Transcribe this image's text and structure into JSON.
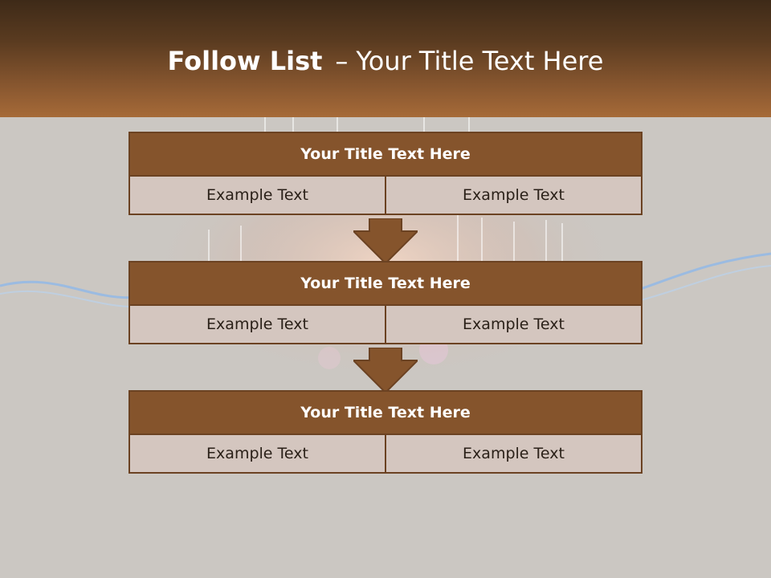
{
  "slide": {
    "title_bold": "Follow List",
    "title_sep": "–",
    "title_rest": "Your Title Text Here"
  },
  "blocks": [
    {
      "title": "Your Title Text Here",
      "left": "Example Text",
      "right": "Example Text"
    },
    {
      "title": "Your Title Text Here",
      "left": "Example Text",
      "right": "Example Text"
    },
    {
      "title": "Your Title Text Here",
      "left": "Example Text",
      "right": "Example Text"
    }
  ],
  "colors": {
    "header_top": "#3e2a18",
    "header_bottom": "#a66a38",
    "block_title_fill": "#85542c",
    "cell_fill": "#d4c6bf",
    "background": "#cbc7c2"
  },
  "icons": [
    "down-arrow-icon",
    "down-arrow-icon"
  ]
}
